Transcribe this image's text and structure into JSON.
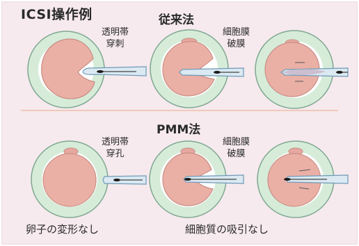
{
  "title": "ICSI操作例",
  "conventional": {
    "heading": "従来法",
    "label_zona": [
      "透明帯",
      "穿刺"
    ],
    "label_membrane": [
      "細胞膜",
      "破膜"
    ]
  },
  "pmm": {
    "heading": "PMM法",
    "label_zona": [
      "透明帯",
      "穿孔"
    ],
    "label_membrane": [
      "細胞膜",
      "破膜"
    ]
  },
  "footer": {
    "left": "卵子の変形なし",
    "right": "細胞質の吸引なし"
  },
  "colors": {
    "panel_background": "#f6eaee",
    "zona_pellucida": "#d6ecd9",
    "zona_outline": "#7fa791",
    "oocyte": "#eab0a5",
    "oocyte_outline": "#c98d84",
    "polar_body": "#e6a8a0",
    "pipette": "#dbe9f2",
    "pipette_outline": "#6f9ab8",
    "sperm": "#1a1a1a",
    "divider": "#f0c9b9"
  }
}
